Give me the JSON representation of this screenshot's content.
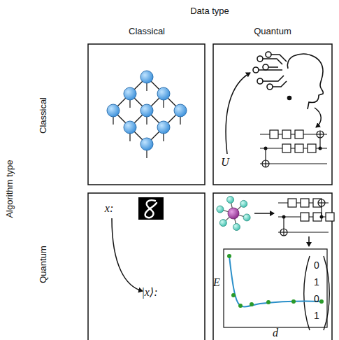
{
  "diagram": {
    "labels": [
      "Data type",
      "Classical",
      "Quantum",
      "Algorithm type",
      "Classical",
      "Quantum",
      "U",
      "x:",
      "|x⟩:",
      "0",
      "1",
      "0",
      "1",
      "E",
      "d"
    ]
  }
}
